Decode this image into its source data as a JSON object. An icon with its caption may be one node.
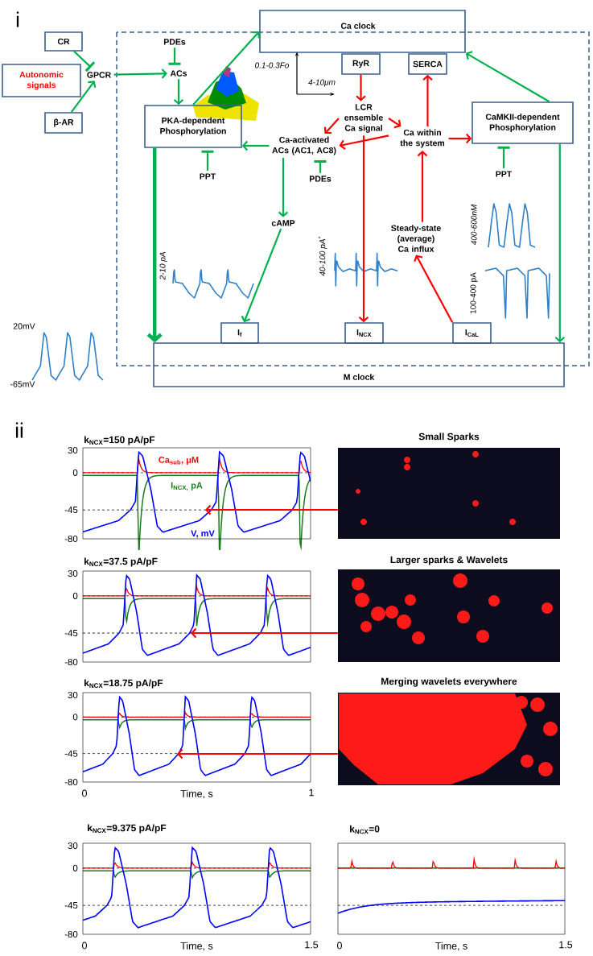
{
  "diagram": {
    "nodes": [
      {
        "text": [
          "Ca clock"
        ]
      },
      {
        "text": [
          "CR"
        ]
      },
      {
        "text": [
          "Autonomic signals"
        ]
      },
      {
        "text": [
          "β-AR"
        ]
      },
      {
        "text": [
          "GPCR"
        ]
      },
      {
        "text": [
          "PDEs"
        ]
      },
      {
        "text": [
          "ACs"
        ]
      },
      {
        "text": [
          "PKA-dependent Phosphorylation"
        ]
      },
      {
        "text": [
          "RyR"
        ]
      },
      {
        "text": [
          "SERCA"
        ]
      },
      {
        "text": [
          "LCR ensemble Ca signal"
        ]
      },
      {
        "text": [
          "Ca-activated ACs (AC1, AC8)"
        ]
      },
      {
        "text": [
          "PDEs"
        ]
      },
      {
        "text": [
          "Ca within the system"
        ]
      },
      {
        "text": [
          "CaMKII-dependent Phosphorylation"
        ]
      },
      {
        "text": [
          "PPT"
        ]
      },
      {
        "text": [
          "PPT"
        ]
      },
      {
        "text": [
          "cAMP"
        ]
      },
      {
        "text": [
          "Steady-state (average) Ca influx"
        ]
      },
      {
        "text": [
          "I$_{f}$"
        ]
      },
      {
        "text": [
          "I$_{NCX}$"
        ]
      },
      {
        "text": [
          "I$_{CaL}$"
        ]
      },
      {
        "text": [
          "M clock"
        ]
      },
      {
        "text": [
          "Small Sparks"
        ]
      },
      {
        "text": [
          "Larger sparks & Wavelets"
        ]
      },
      {
        "text": [
          "Merging wavelets everywhere"
        ]
      }
    ],
    "edges": [
      {
        "from": 1,
        "to": 4,
        "arrow": "other"
      },
      {
        "from": 3,
        "to": 4,
        "arrow": "to"
      },
      {
        "from": 4,
        "to": 6,
        "arrow": "to"
      },
      {
        "from": 5,
        "to": 6,
        "arrow": "other"
      },
      {
        "from": 6,
        "to": 7,
        "arrow": "to"
      },
      {
        "from": 7,
        "to": 0,
        "arrow": "to"
      },
      {
        "from": 7,
        "to": 22,
        "arrow": "to",
        "style": "thick"
      },
      {
        "from": 15,
        "to": 7,
        "arrow": "other"
      },
      {
        "from": 11,
        "to": 7,
        "arrow": "to"
      },
      {
        "from": 12,
        "to": 11,
        "arrow": "other"
      },
      {
        "from": 11,
        "to": 17,
        "arrow": "to"
      },
      {
        "from": 17,
        "to": 19,
        "arrow": "to"
      },
      {
        "from": 8,
        "to": 10,
        "arrow": "to",
        "color": "#ff0000"
      },
      {
        "from": 10,
        "to": 11,
        "arrow": "to",
        "color": "#ff0000"
      },
      {
        "from": 10,
        "to": 11,
        "arrow": "to",
        "color": "#ff0000"
      },
      {
        "from": 10,
        "to": 13,
        "arrow": "to",
        "color": "#ff0000"
      },
      {
        "from": 10,
        "to": 20,
        "arrow": "to",
        "color": "#ff0000"
      },
      {
        "from": 13,
        "to": 9,
        "arrow": "to",
        "color": "#ff0000"
      },
      {
        "from": 13,
        "to": 14,
        "arrow": "to",
        "color": "#ff0000"
      },
      {
        "from": 18,
        "to": 13,
        "arrow": "to",
        "color": "#ff0000"
      },
      {
        "from": 21,
        "to": 18,
        "arrow": "to",
        "color": "#ff0000"
      },
      {
        "from": 14,
        "to": 0,
        "arrow": "to"
      },
      {
        "from": 16,
        "to": 14,
        "arrow": "other"
      },
      {
        "from": 14,
        "to": 22,
        "arrow": "to"
      },
      {
        "from": 23,
        "to": null,
        "arrow": "to",
        "color": "#ff0000"
      },
      {
        "from": 24,
        "to": null,
        "arrow": "to",
        "color": "#ff0000"
      },
      {
        "from": 25,
        "to": null,
        "arrow": "to",
        "color": "#ff0000"
      }
    ],
    "labels": [
      "i",
      "0.1-0.3Fo",
      "4-10μm",
      "2-10 pA",
      "40-100 pA$^{*}$",
      "400-600nM",
      "100-400 pA",
      "20mV",
      "-65mV",
      "ii",
      "k$_{NCX}$=150 pA/pF",
      "30",
      "0",
      "-45",
      "-80",
      "Ca$_{sub}$, μM",
      "I$_{NCX,}$ pA",
      "V, mV",
      "k$_{NCX}$=37.5 pA/pF",
      "30",
      "0",
      "-45",
      "-80",
      "k$_{NCX}$=18.75 pA/pF",
      "30",
      "0",
      "-45",
      "-80",
      "0",
      "Time, s",
      "1",
      "k$_{NCX}$=9.375 pA/pF",
      "k$_{NCX}$=0",
      "30",
      "0",
      "-45",
      "-80",
      "0",
      "Time, s",
      "1.5",
      "0",
      "Time, s",
      "1.5"
    ]
  }
}
